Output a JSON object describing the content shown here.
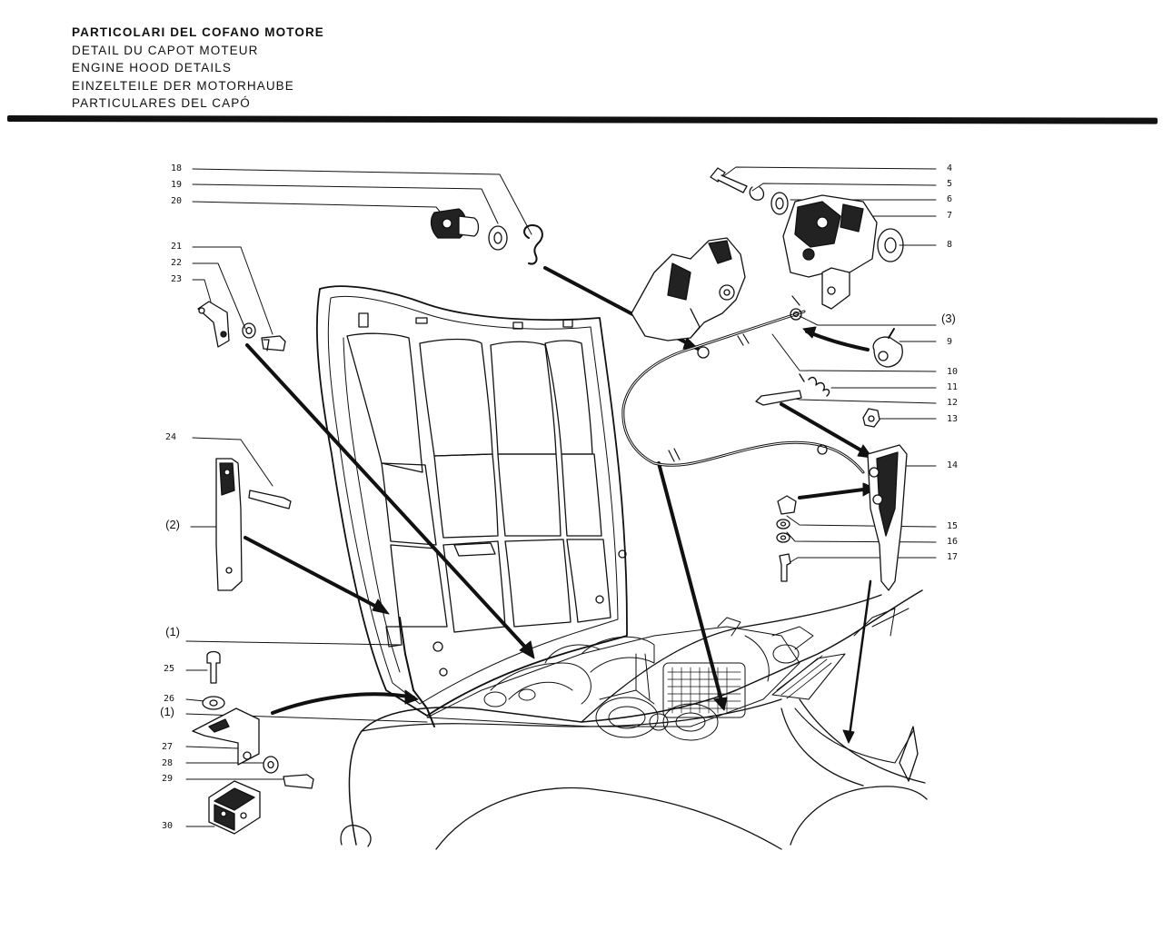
{
  "header": {
    "title_it": "PARTICOLARI DEL COFANO MOTORE",
    "title_fr": "DETAIL DU CAPOT MOTEUR",
    "title_en": "ENGINE HOOD DETAILS",
    "title_de": "EINZELTEILE DER MOTORHAUBE",
    "title_es": "PARTICULARES DEL CAPÓ"
  },
  "callouts": {
    "n1": "1",
    "n4": "4",
    "n5": "5",
    "n6": "6",
    "n7": "7",
    "n8": "8",
    "n9": "9",
    "n10": "10",
    "n11": "11",
    "n12": "12",
    "n13": "13",
    "n14": "14",
    "n15": "15",
    "n16": "16",
    "n17": "17",
    "n18": "18",
    "n19": "19",
    "n20": "20",
    "n21": "21",
    "n22": "22",
    "n23": "23",
    "n24": "24",
    "n25": "25",
    "n26": "26",
    "n27": "27",
    "n28": "28",
    "n29": "29",
    "n30": "30",
    "ref1a": "(1)",
    "ref1b": "(1)",
    "ref2": "(2)",
    "ref3": "(3)"
  }
}
